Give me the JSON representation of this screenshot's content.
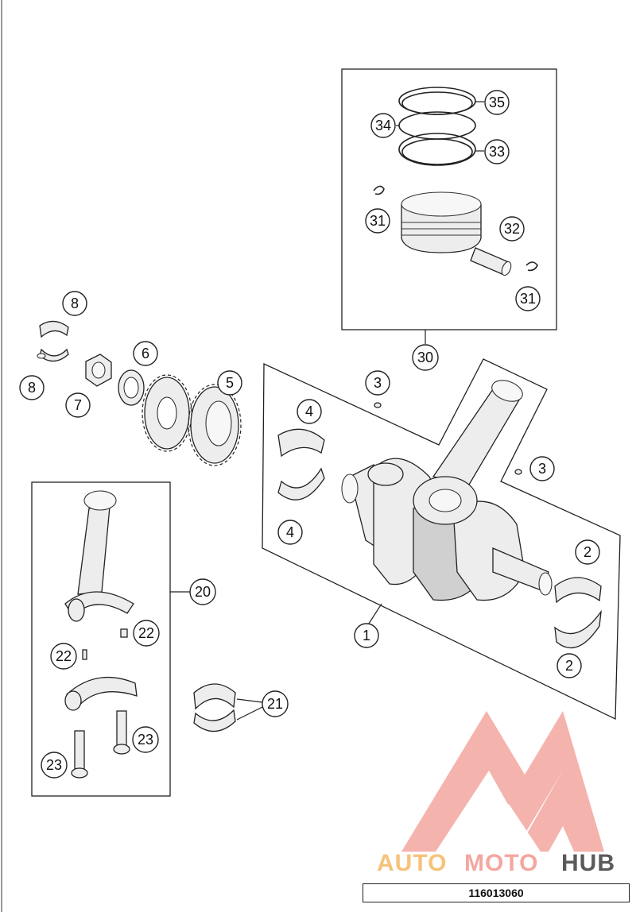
{
  "labels": {
    "l1": "1",
    "l2a": "2",
    "l2b": "2",
    "l3a": "3",
    "l3b": "3",
    "l4a": "4",
    "l4b": "4",
    "l5": "5",
    "l6": "6",
    "l7": "7",
    "l8a": "8",
    "l8b": "8",
    "l20": "20",
    "l21": "21",
    "l22a": "22",
    "l22b": "22",
    "l23a": "23",
    "l23b": "23",
    "l30": "30",
    "l31a": "31",
    "l31b": "31",
    "l32": "32",
    "l33": "33",
    "l34": "34",
    "l35": "35"
  },
  "brand": {
    "part1": "AUTO",
    "part2": "MOTO",
    "part3": "HUB",
    "color_primary": "#f4a6a0",
    "color_secondary": "#5a5a5a",
    "color_accent": "#f6c27a"
  },
  "footer": {
    "code": "116013060"
  }
}
